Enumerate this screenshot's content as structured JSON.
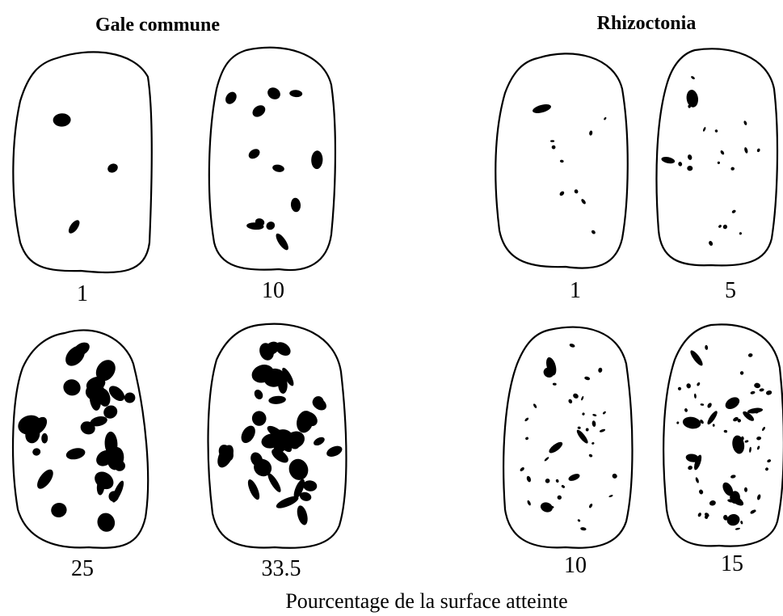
{
  "groups": [
    {
      "title": "Gale commune",
      "tubers": [
        {
          "label": "1",
          "coverage_percent": 1
        },
        {
          "label": "10",
          "coverage_percent": 10
        },
        {
          "label": "25",
          "coverage_percent": 25
        },
        {
          "label": "33.5",
          "coverage_percent": 33.5
        }
      ]
    },
    {
      "title": "Rhizoctonia",
      "tubers": [
        {
          "label": "1",
          "coverage_percent": 1
        },
        {
          "label": "5",
          "coverage_percent": 5
        },
        {
          "label": "10",
          "coverage_percent": 10
        },
        {
          "label": "15",
          "coverage_percent": 15
        }
      ]
    }
  ],
  "caption": "Pourcentage de la surface atteinte",
  "colors": {
    "ink": "#000000",
    "paper": "#ffffff"
  }
}
